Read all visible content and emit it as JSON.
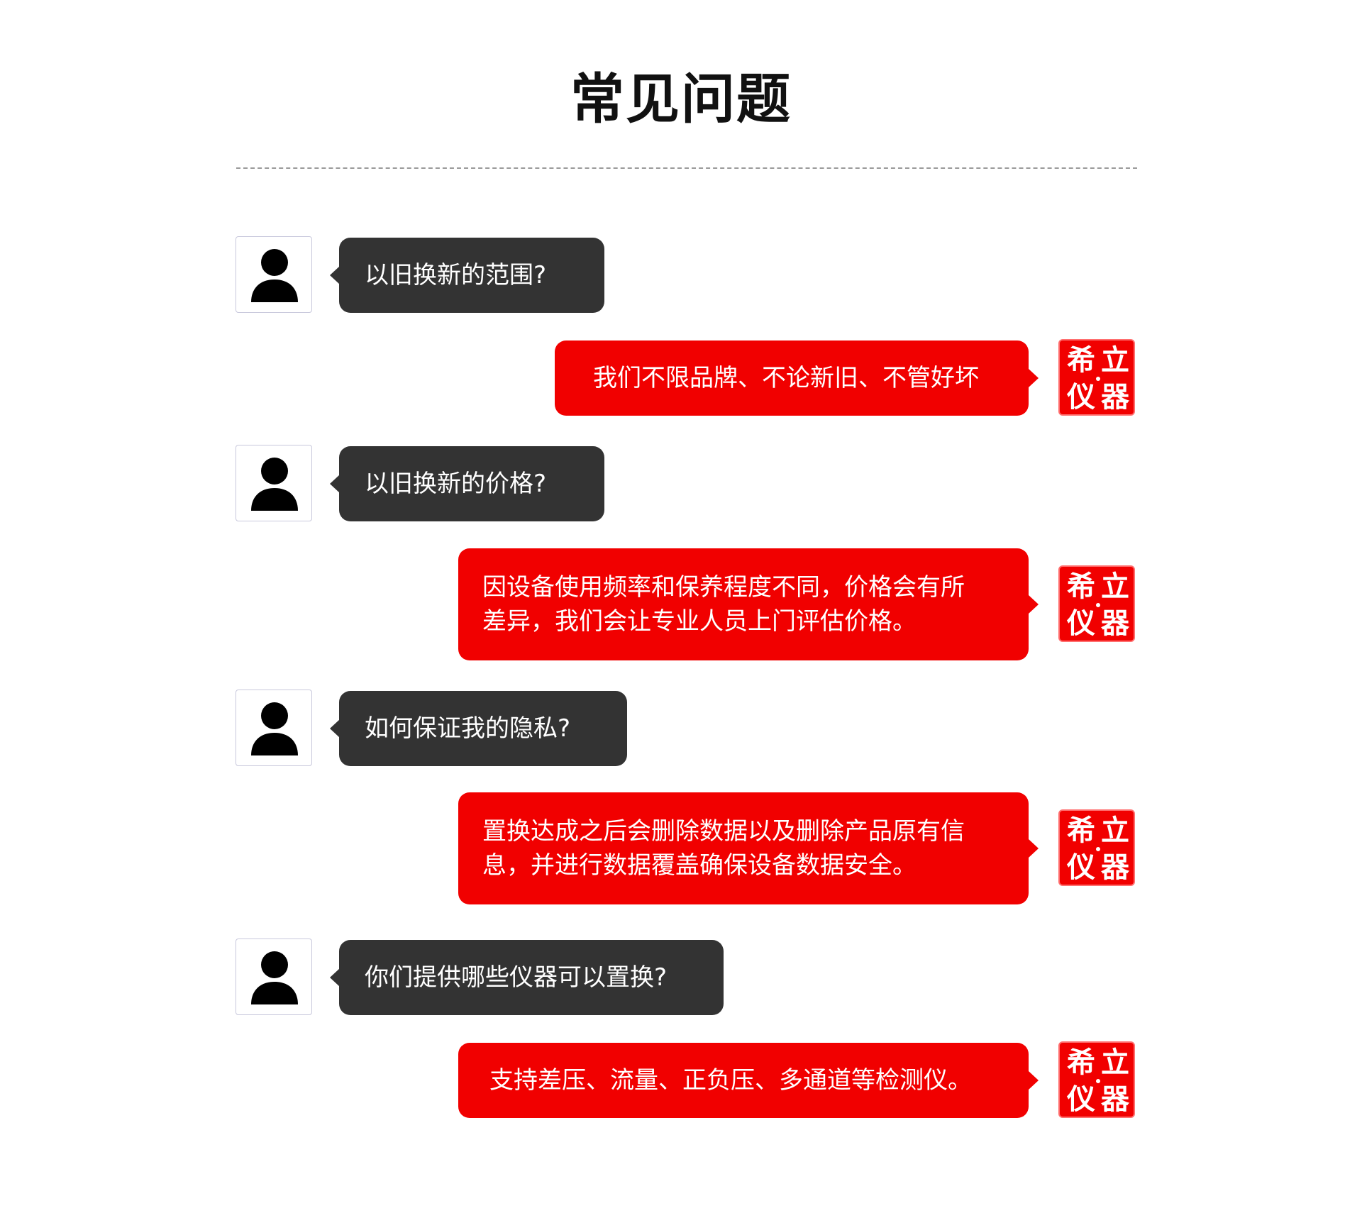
{
  "title": "常见问题",
  "brand": {
    "chars": [
      "希",
      "立",
      "仪",
      "器"
    ]
  },
  "faq": [
    {
      "question": "以旧换新的范围?",
      "answer": "我们不限品牌、不论新旧、不管好坏"
    },
    {
      "question": "以旧换新的价格?",
      "answer_lines": [
        "因设备使用频率和保养程度不同，价格会有所",
        "差异，我们会让专业人员上门评估价格。"
      ]
    },
    {
      "question": "如何保证我的隐私?",
      "answer_lines": [
        "置换达成之后会删除数据以及删除产品原有信",
        "息，并进行数据覆盖确保设备数据安全。"
      ]
    },
    {
      "question": "你们提供哪些仪器可以置换?",
      "answer": "支持差压、流量、正负压、多通道等检测仪。"
    }
  ]
}
